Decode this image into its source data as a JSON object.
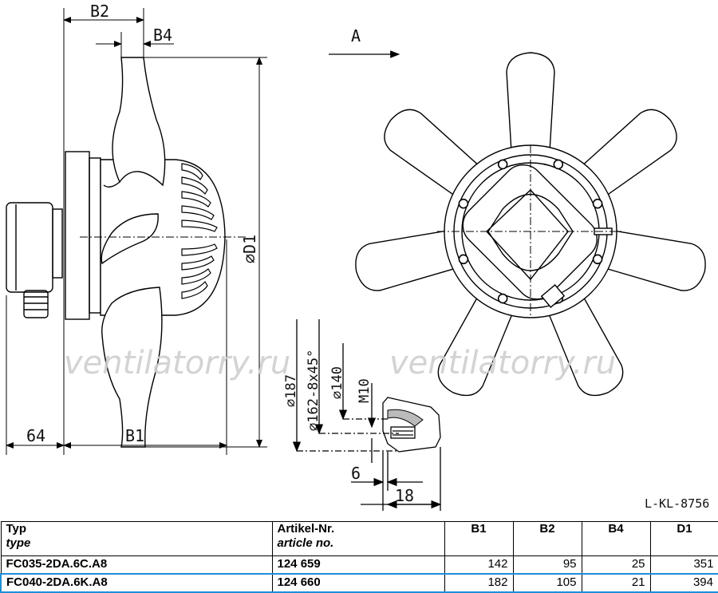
{
  "dimensions": {
    "b2": "B2",
    "b4": "B4",
    "b1": "B1",
    "left_offset": "64",
    "d1": "⌀D1",
    "view_arrow": "A",
    "d187": "⌀187",
    "d162": "⌀162-8x45°",
    "d140": "⌀140",
    "m10": "M10",
    "six": "6",
    "eighteen": "18"
  },
  "watermark": "ventilatorry.ru",
  "drawing_ref": "L-KL-8756",
  "colors": {
    "highlight_border": "#1d8fd6",
    "line": "#000000"
  },
  "table": {
    "headers": {
      "type": "Typ",
      "type_sub": "type",
      "article": "Artikel-Nr.",
      "article_sub": "article no.",
      "b1": "B1",
      "b2": "B2",
      "b4": "B4",
      "d1": "D1"
    },
    "rows": [
      {
        "type": "FC035-2DA.6C.A8",
        "article": "124 659",
        "b1": "142",
        "b2": "95",
        "b4": "25",
        "d1": "351"
      },
      {
        "type": "FC040-2DA.6K.A8",
        "article": "124 660",
        "b1": "182",
        "b2": "105",
        "b4": "21",
        "d1": "394"
      }
    ]
  }
}
